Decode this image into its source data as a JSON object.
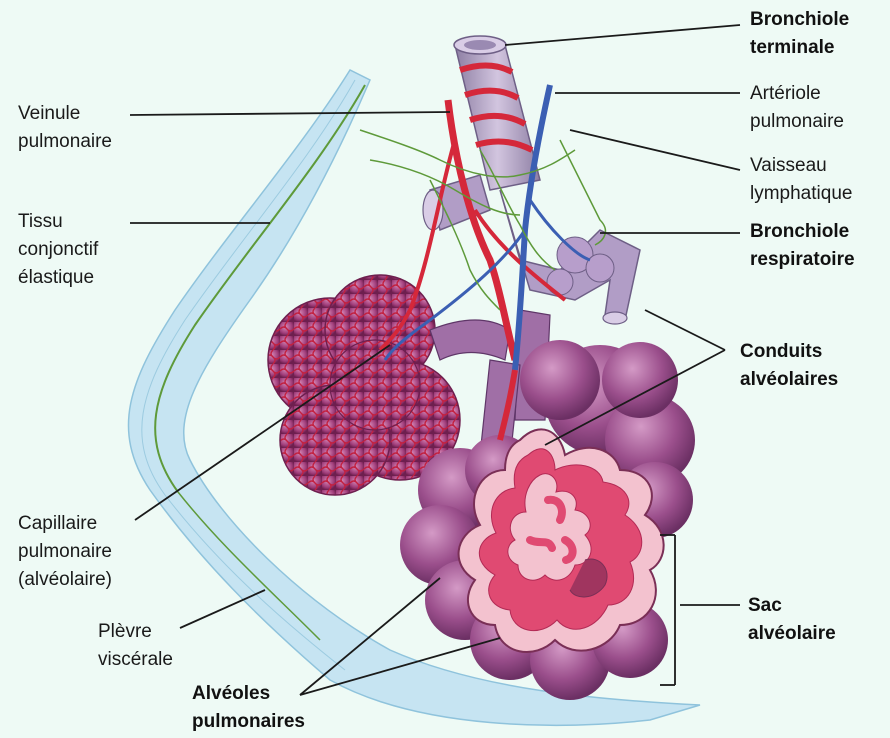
{
  "labels": {
    "bronchiole_terminale": [
      "Bronchiole",
      "terminale"
    ],
    "veinule_pulmonaire": [
      "Veinule",
      "pulmonaire"
    ],
    "arteriole_pulmonaire": [
      "Artériole",
      "pulmonaire"
    ],
    "vaisseau_lymphatique": [
      "Vaisseau",
      "lymphatique"
    ],
    "tissu_conjonctif": [
      "Tissu",
      "conjonctif",
      "élastique"
    ],
    "bronchiole_respiratoire": [
      "Bronchiole",
      "respiratoire"
    ],
    "conduits_alveolaires": [
      "Conduits",
      "alvéolaires"
    ],
    "capillaire_pulmonaire": [
      "Capillaire",
      "pulmonaire",
      "(alvéolaire)"
    ],
    "sac_alveolaire": [
      "Sac",
      "alvéolaire"
    ],
    "plevre_viscerale": [
      "Plèvre",
      "viscérale"
    ],
    "alveoles_pulmonaires": [
      "Alvéoles",
      "pulmonaires"
    ]
  },
  "colors": {
    "background": "#eefaf5",
    "pleura": "#bfe0ef",
    "lymph": "#5e9a3a",
    "artery": "#d5283a",
    "vein": "#3b5fb3",
    "alveolus": "#9b4f8c",
    "alveolus_light": "#c77fb4",
    "sac_cut": "#e04a72",
    "bronchiole": "#b7a6c8"
  }
}
